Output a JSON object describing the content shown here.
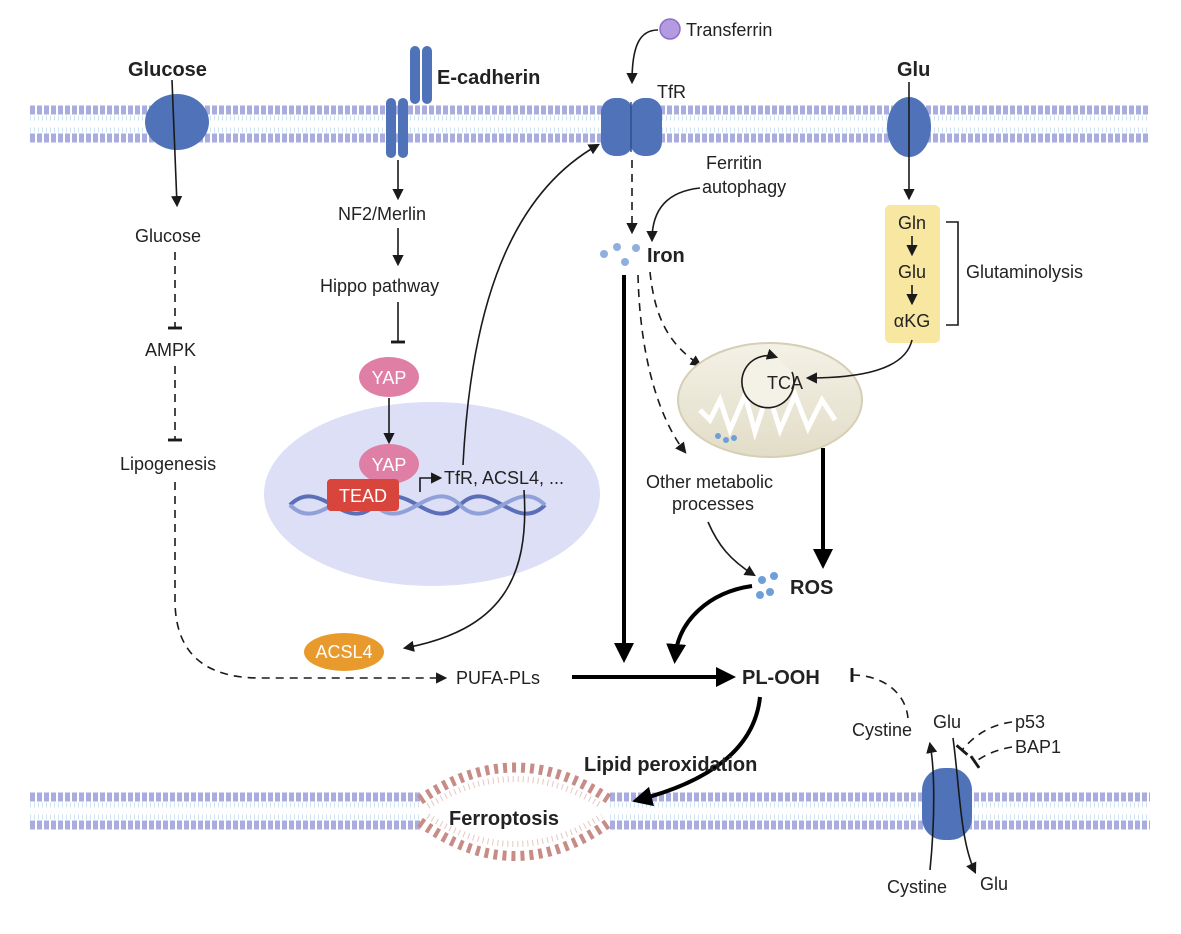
{
  "colors": {
    "membrane": "#9fc6e8",
    "membrane_head": "#b6b9e6",
    "protein": "#4f72b8",
    "protein_dark": "#3b5d9e",
    "yap": "#e07fa6",
    "tead": "#d8453c",
    "acsl4": "#e89a2c",
    "nucleus": "#dcdff5",
    "mito": "#eeeadc",
    "glutaminolysis_box": "#f7e7a1",
    "ferroptosis_membrane": "#c78c86"
  },
  "labels": {
    "glucose_top": "Glucose",
    "ecadherin": "E-cadherin",
    "transferrin": "Transferrin",
    "tfr": "TfR",
    "glu_top": "Glu",
    "glucose": "Glucose",
    "ampk": "AMPK",
    "lipogenesis": "Lipogenesis",
    "nf2": "NF2/Merlin",
    "hippo": "Hippo pathway",
    "yap1": "YAP",
    "yap2": "YAP",
    "tead": "TEAD",
    "targets": "TfR, ACSL4, ...",
    "acsl4": "ACSL4",
    "ferritin1": "Ferritin",
    "ferritin2": "autophagy",
    "iron": "Iron",
    "gln": "Gln",
    "glu_mid": "Glu",
    "akg": "αKG",
    "glutaminolysis": "Glutaminolysis",
    "tca": "TCA",
    "other1": "Other metabolic",
    "other2": "processes",
    "ros": "ROS",
    "pufa": "PUFA-PLs",
    "plooh": "PL-OOH",
    "lipid_perox": "Lipid peroxidation",
    "ferroptosis": "Ferroptosis",
    "cystine_in": "Cystine",
    "glu_in": "Glu",
    "p53": "p53",
    "bap1": "BAP1",
    "cystine_out": "Cystine",
    "glu_out": "Glu"
  }
}
